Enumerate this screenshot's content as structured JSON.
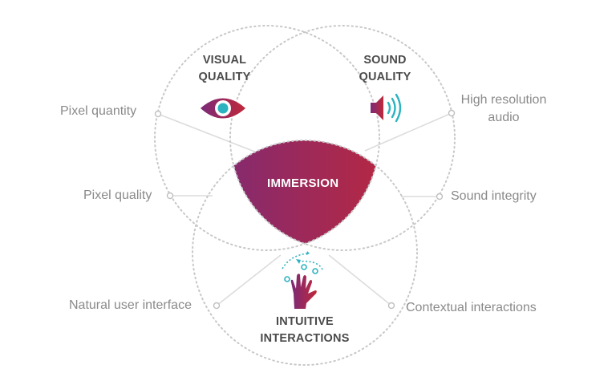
{
  "diagram": {
    "center_label": "IMMERSION",
    "circles": [
      {
        "id": "visual",
        "heading_line1": "VISUAL",
        "heading_line2": "QUALITY",
        "icon": "eye-icon"
      },
      {
        "id": "sound",
        "heading_line1": "SOUND",
        "heading_line2": "QUALITY",
        "icon": "speaker-icon"
      },
      {
        "id": "interactions",
        "heading_line1": "INTUITIVE",
        "heading_line2": "INTERACTIONS",
        "icon": "hand-gesture-icon"
      }
    ],
    "callouts": {
      "pixel_quantity": "Pixel quantity",
      "pixel_quality": "Pixel quality",
      "high_res_line1": "High resolution",
      "high_res_line2": "audio",
      "sound_integrity": "Sound integrity",
      "natural_ui": "Natural user interface",
      "contextual": "Contextual interactions"
    },
    "colors": {
      "gradient_start": "#7a2a78",
      "gradient_end": "#c0283a",
      "accent_teal": "#2bb3c0",
      "circle_stroke": "#c8c8c8",
      "label_gray": "#8a8a8a",
      "heading_dark": "#4a4a4a"
    }
  }
}
